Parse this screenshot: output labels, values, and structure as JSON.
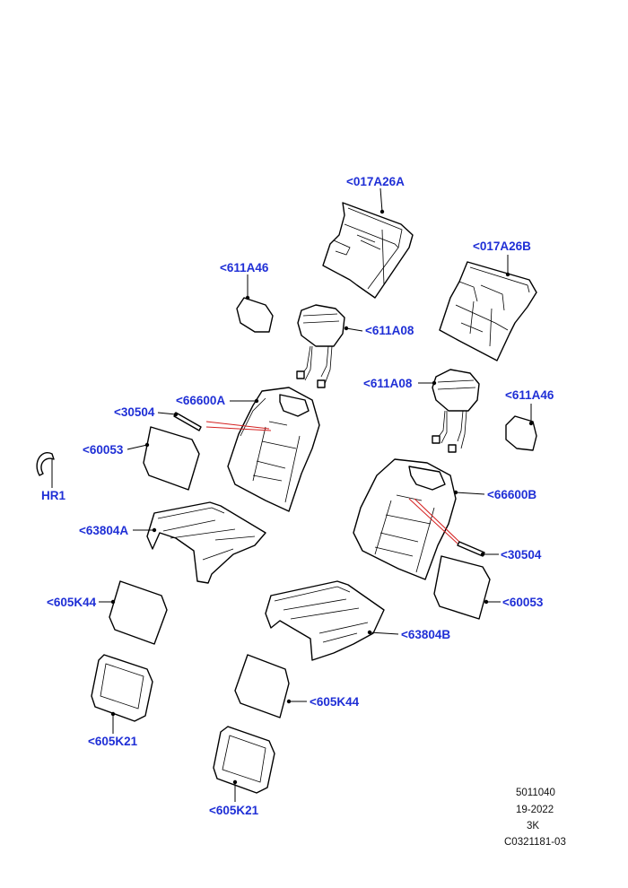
{
  "callouts": {
    "c017A26A": "<017A26A",
    "c017A26B": "<017A26B",
    "c611A46_left": "<611A46",
    "c611A08_upper": "<611A08",
    "c611A08_lower": "<611A08",
    "c611A46_right": "<611A46",
    "c30504_left": "<30504",
    "c66600A": "<66600A",
    "c60053_left": "<60053",
    "hr1": "HR1",
    "c66600B": "<66600B",
    "c63804A": "<63804A",
    "c30504_right": "<30504",
    "c605K44_left": "<605K44",
    "c60053_right": "<60053",
    "c63804B": "<63804B",
    "c605K21_left": "<605K21",
    "c605K44_right": "<605K44",
    "c605K21_bottom": "<605K21"
  },
  "footer": {
    "line1": "5011040",
    "line2": "19-2022",
    "line3": "3K",
    "line4": "C0321181-03"
  },
  "colors": {
    "callout": "#1f2fd6",
    "lines": "#000000",
    "stitch": "#d42020"
  }
}
